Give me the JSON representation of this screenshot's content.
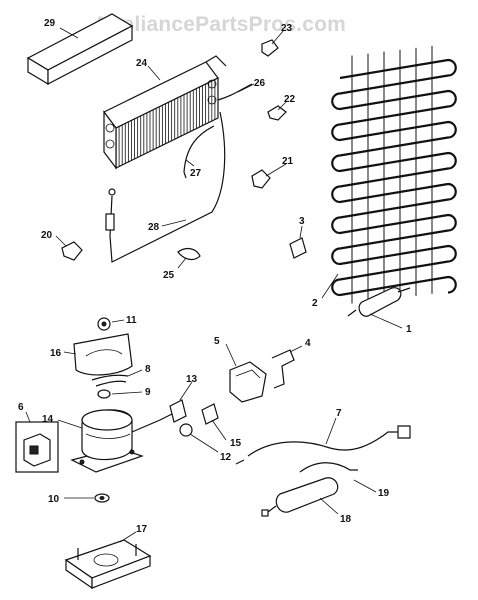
{
  "watermark": "AppliancePartsPros.com",
  "callouts": [
    {
      "id": "1",
      "text": "1"
    },
    {
      "id": "2",
      "text": "2"
    },
    {
      "id": "3",
      "text": "3"
    },
    {
      "id": "4",
      "text": "4"
    },
    {
      "id": "5",
      "text": "5"
    },
    {
      "id": "6",
      "text": "6"
    },
    {
      "id": "7",
      "text": "7"
    },
    {
      "id": "8",
      "text": "8"
    },
    {
      "id": "9",
      "text": "9"
    },
    {
      "id": "10",
      "text": "10"
    },
    {
      "id": "11",
      "text": "11"
    },
    {
      "id": "12",
      "text": "12"
    },
    {
      "id": "13",
      "text": "13"
    },
    {
      "id": "14",
      "text": "14"
    },
    {
      "id": "15",
      "text": "15"
    },
    {
      "id": "16",
      "text": "16"
    },
    {
      "id": "17",
      "text": "17"
    },
    {
      "id": "18",
      "text": "18"
    },
    {
      "id": "19",
      "text": "19"
    },
    {
      "id": "20",
      "text": "20"
    },
    {
      "id": "21",
      "text": "21"
    },
    {
      "id": "22",
      "text": "22"
    },
    {
      "id": "23",
      "text": "23"
    },
    {
      "id": "24",
      "text": "24"
    },
    {
      "id": "25",
      "text": "25"
    },
    {
      "id": "26",
      "text": "26"
    },
    {
      "id": "27",
      "text": "27"
    },
    {
      "id": "28",
      "text": "28"
    },
    {
      "id": "29",
      "text": "29"
    }
  ]
}
